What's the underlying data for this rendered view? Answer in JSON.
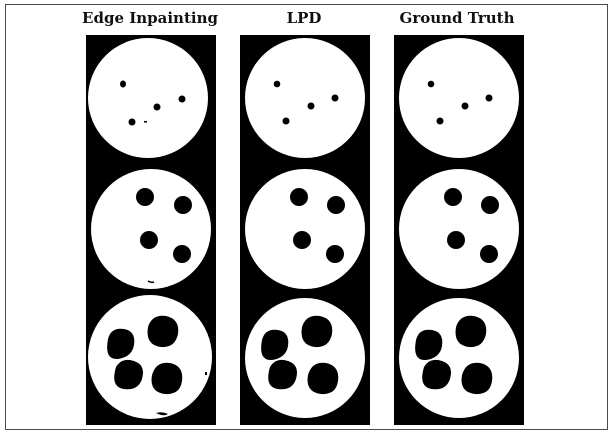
{
  "figure": {
    "columns": [
      "Edge Inpainting",
      "LPD",
      "Ground Truth"
    ],
    "rows": 3,
    "colors": {
      "background": "#000000",
      "foreground": "#ffffff",
      "border": "#4a4a4a"
    }
  }
}
